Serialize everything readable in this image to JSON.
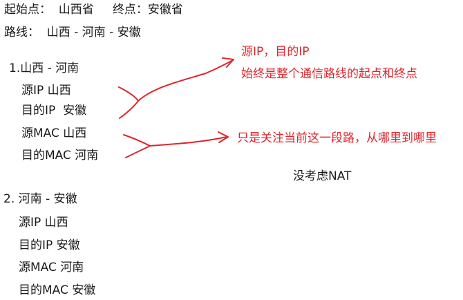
{
  "header": {
    "origin_line": "起始点：  山西省     终点：安徽省",
    "route_line": "路线：  山西 - 河南 - 安徽"
  },
  "segment1": {
    "title": "1.山西 - 河南",
    "src_ip": "源IP 山西",
    "dst_ip": "目的IP  安徽",
    "src_mac": "源MAC 山西",
    "dst_mac": "目的MAC 河南"
  },
  "segment2": {
    "title": "2. 河南 - 安徽",
    "src_ip": "源IP 山西",
    "dst_ip": "目的IP 安徽",
    "src_mac": "源MAC 河南",
    "dst_mac": "目的MAC 安徽"
  },
  "annotations": {
    "ip_note_line1": "源IP，目的IP",
    "ip_note_line2": "始终是整个通信路线的起点和终点",
    "mac_note": "只是关注当前这一段路，从哪里到哪里",
    "nat_note": "没考虑NAT"
  },
  "colors": {
    "annotation": "#e0242b",
    "text": "#1a1a1a"
  }
}
